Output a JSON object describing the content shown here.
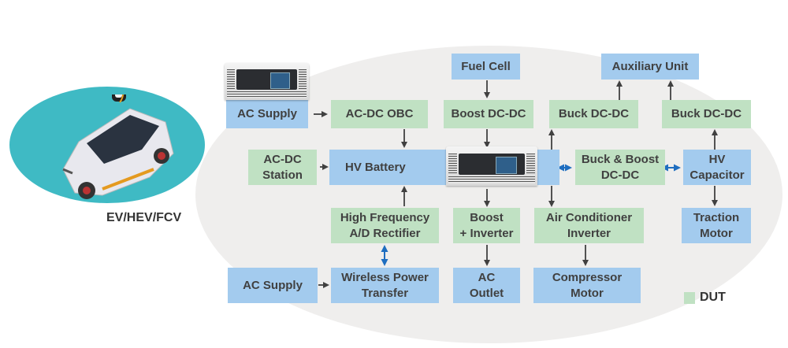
{
  "vehicle": {
    "label": "EV/HEV/FCV"
  },
  "colors": {
    "source_load_box": "#a3cbee",
    "dut_box": "#c0e1c3",
    "arrow": "#404040",
    "bidirectional_arrow": "#1f6ec0",
    "car_platform": "#3fbac4",
    "background_ellipse": "#efeeed"
  },
  "blocks": {
    "ac_supply_top": {
      "label": "AC Supply",
      "type": "source"
    },
    "ac_dc_obc": {
      "label": "AC-DC OBC",
      "type": "dut"
    },
    "fuel_cell": {
      "label": "Fuel Cell",
      "type": "source"
    },
    "boost_dc_dc": {
      "label": "Boost DC-DC",
      "type": "dut"
    },
    "auxiliary_unit": {
      "label": "Auxiliary Unit",
      "type": "source"
    },
    "buck_dc_dc_1": {
      "label": "Buck DC-DC",
      "type": "dut"
    },
    "buck_dc_dc_2": {
      "label": "Buck DC-DC",
      "type": "dut"
    },
    "ac_dc_station": {
      "label": "AC-DC\nStation",
      "type": "dut"
    },
    "hv_battery": {
      "label": "HV Battery",
      "type": "source"
    },
    "buck_boost_dc_dc": {
      "label": "Buck & Boost\nDC-DC",
      "type": "dut"
    },
    "hv_capacitor": {
      "label": "HV\nCapacitor",
      "type": "source"
    },
    "hf_ad_rectifier": {
      "label": "High Frequency\nA/D Rectifier",
      "type": "dut"
    },
    "boost_inverter": {
      "label": "Boost\n+ Inverter",
      "type": "dut"
    },
    "air_conditioner_inverter": {
      "label": "Air Conditioner\nInverter",
      "type": "dut"
    },
    "traction_motor": {
      "label": "Traction\nMotor",
      "type": "source"
    },
    "ac_supply_bottom": {
      "label": "AC Supply",
      "type": "source"
    },
    "wireless_power_transfer": {
      "label": "Wireless Power\nTransfer",
      "type": "source"
    },
    "ac_outlet": {
      "label": "AC\nOutlet",
      "type": "source"
    },
    "compressor_motor": {
      "label": "Compressor\nMotor",
      "type": "source"
    }
  },
  "connections": [
    {
      "from": "ac_supply_top",
      "to": "ac_dc_obc",
      "style": "one-way"
    },
    {
      "from": "ac_dc_obc",
      "to": "hv_battery",
      "style": "one-way"
    },
    {
      "from": "fuel_cell",
      "to": "boost_dc_dc",
      "style": "one-way"
    },
    {
      "from": "boost_dc_dc",
      "to": "hv_battery",
      "style": "one-way"
    },
    {
      "from": "hv_battery",
      "to": "buck_dc_dc_1",
      "style": "one-way"
    },
    {
      "from": "buck_dc_dc_1",
      "to": "auxiliary_unit",
      "style": "one-way"
    },
    {
      "from": "buck_dc_dc_2",
      "to": "auxiliary_unit",
      "style": "one-way"
    },
    {
      "from": "hv_capacitor",
      "to": "buck_dc_dc_2",
      "style": "one-way"
    },
    {
      "from": "ac_dc_station",
      "to": "hv_battery",
      "style": "one-way"
    },
    {
      "from": "hv_battery",
      "to": "buck_boost_dc_dc",
      "style": "bidirectional"
    },
    {
      "from": "buck_boost_dc_dc",
      "to": "hv_capacitor",
      "style": "bidirectional"
    },
    {
      "from": "hv_capacitor",
      "to": "traction_motor",
      "style": "one-way"
    },
    {
      "from": "hf_ad_rectifier",
      "to": "hv_battery",
      "style": "one-way"
    },
    {
      "from": "hv_battery",
      "to": "boost_inverter",
      "style": "one-way"
    },
    {
      "from": "hv_battery",
      "to": "air_conditioner_inverter",
      "style": "one-way"
    },
    {
      "from": "wireless_power_transfer",
      "to": "hf_ad_rectifier",
      "style": "bidirectional"
    },
    {
      "from": "ac_supply_bottom",
      "to": "wireless_power_transfer",
      "style": "one-way"
    },
    {
      "from": "boost_inverter",
      "to": "ac_outlet",
      "style": "one-way"
    },
    {
      "from": "air_conditioner_inverter",
      "to": "compressor_motor",
      "style": "one-way"
    }
  ],
  "legend": {
    "label": "DUT"
  }
}
